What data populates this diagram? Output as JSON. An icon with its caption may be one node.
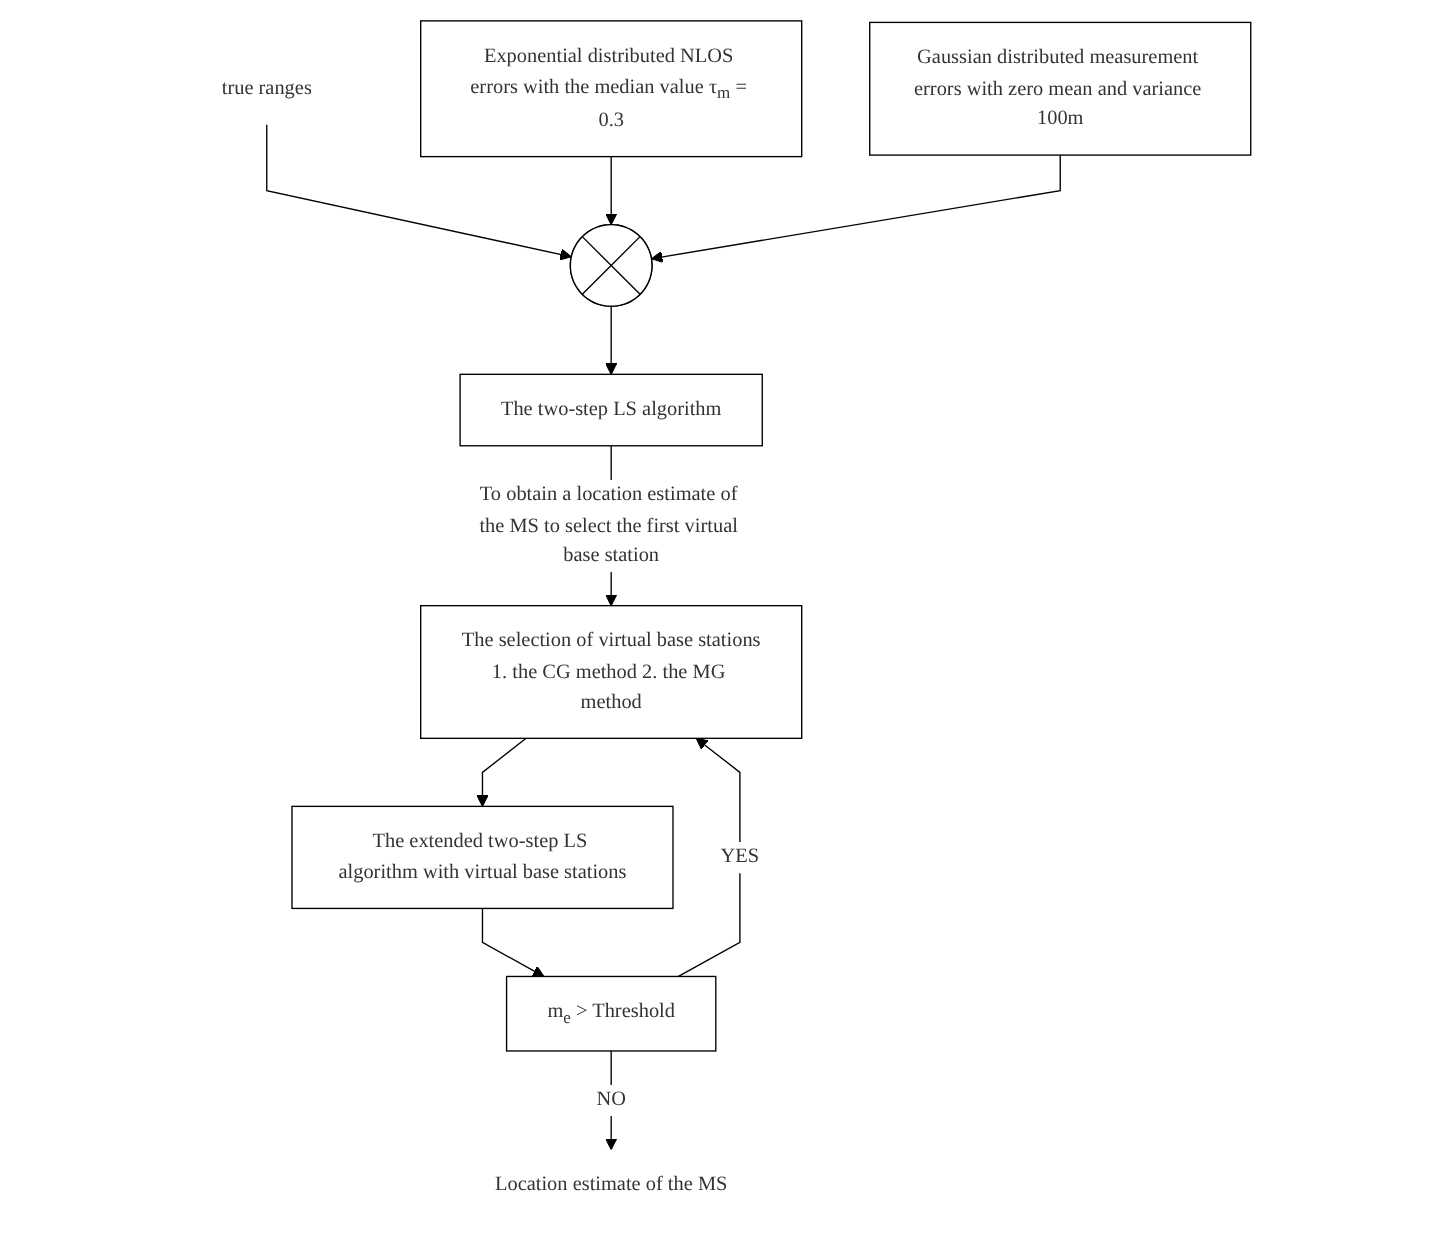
{
  "diagram": {
    "nodes": [
      {
        "text": [
          "true ranges"
        ]
      },
      {
        "text": [
          "Exponential distributed NLOS errors with the median value τ$_{m}$ = 0.3"
        ]
      },
      {
        "text": [],
        "shape": "circle"
      },
      {
        "text": [
          "Gaussian distributed measurement errors with zero mean and variance 100m"
        ]
      },
      {
        "text": [
          "The two-step LS algorithm"
        ]
      },
      {
        "text": [
          "The selection of virtual base stations",
          "1. the CG method 2. the MG method"
        ]
      },
      {
        "text": [
          "The extended two-step LS algorithm with virtual base stations"
        ]
      },
      {
        "text": [
          "m$_{e}$ > Threshold"
        ]
      },
      {
        "text": [
          "Location estimate of the MS"
        ]
      }
    ],
    "edges": [
      {
        "from": 0,
        "to": 2,
        "arrow": "to"
      },
      {
        "from": 1,
        "to": 2,
        "arrow": "to"
      },
      {
        "from": 3,
        "to": 2,
        "arrow": "to"
      },
      {
        "from": 2,
        "to": 4,
        "arrow": "to"
      },
      {
        "from": 4,
        "to": 5,
        "arrow": "to",
        "label": "To obtain a location estimate of the MS to select the first virtual base station"
      },
      {
        "from": 5,
        "to": 6,
        "arrow": "to"
      },
      {
        "from": 6,
        "to": 7,
        "arrow": "to"
      },
      {
        "from": 7,
        "to": 5,
        "arrow": "to",
        "label": "YES"
      },
      {
        "from": 7,
        "to": 8,
        "arrow": "to",
        "label": "NO"
      }
    ]
  }
}
